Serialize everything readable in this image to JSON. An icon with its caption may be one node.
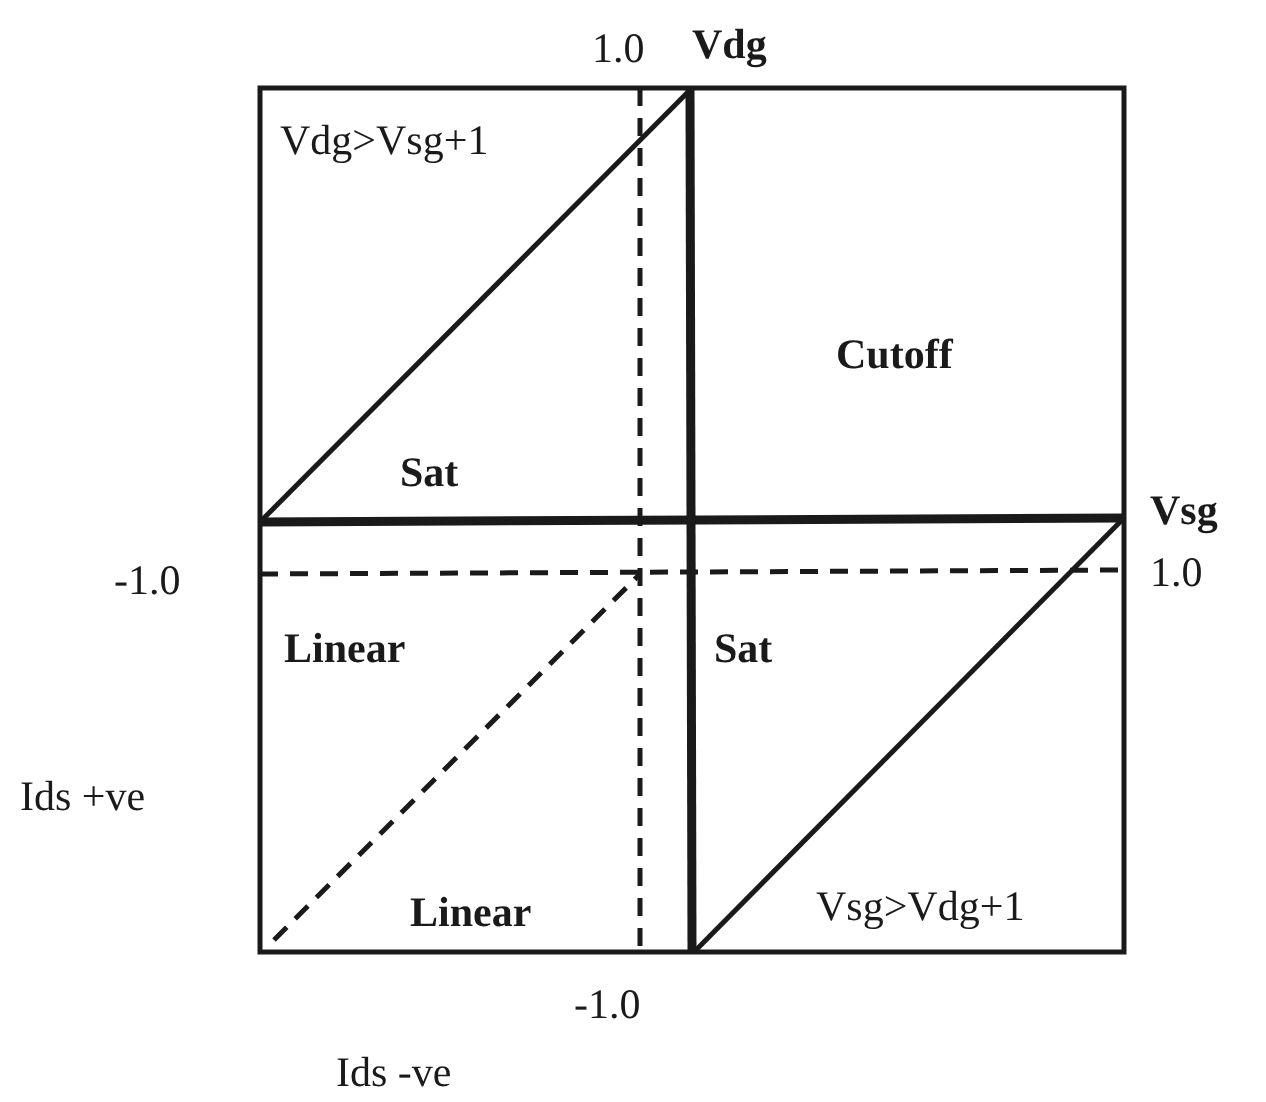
{
  "diagram": {
    "labels": [
      "1.0",
      "Vdg",
      "Vdg>Vsg+1",
      "Cutoff",
      "Sat",
      "Vsg",
      "-1.0",
      "1.0",
      "Linear",
      "Sat",
      "Ids +ve",
      "Linear",
      "Vsg>Vdg+1",
      "-1.0",
      "Ids -ve"
    ]
  }
}
